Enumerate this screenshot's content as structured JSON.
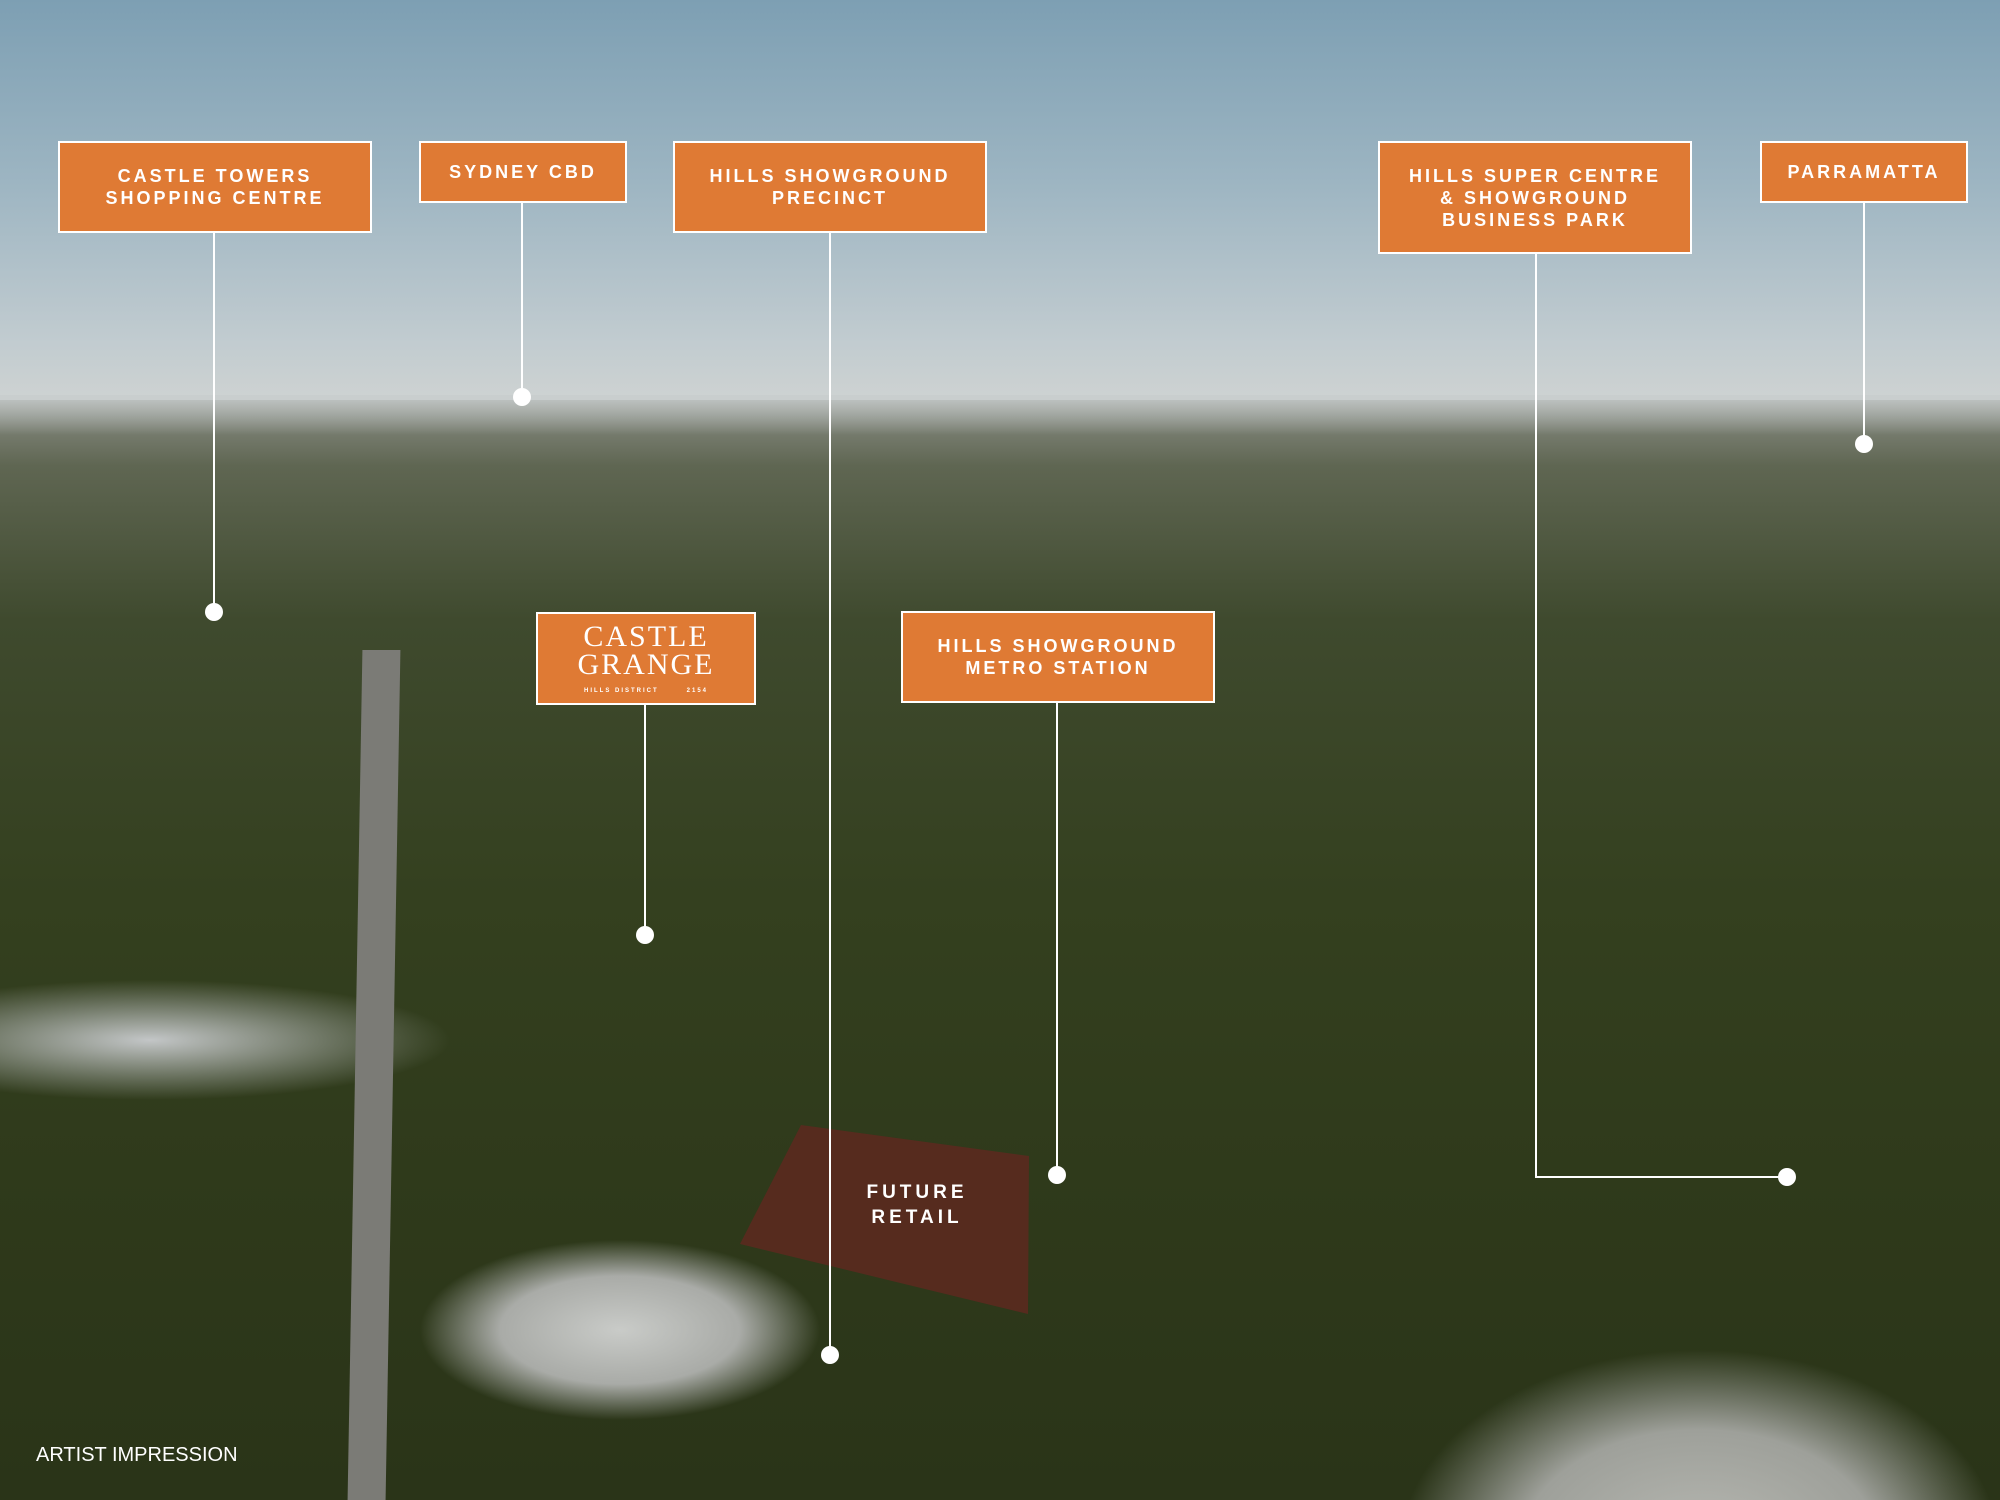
{
  "labels": {
    "castle_towers": [
      "CASTLE TOWERS",
      "SHOPPING CENTRE"
    ],
    "sydney_cbd": "SYDNEY CBD",
    "showground_precinct": [
      "HILLS SHOWGROUND",
      "PRECINCT"
    ],
    "super_centre": [
      "HILLS SUPER CENTRE",
      "& SHOWGROUND",
      "BUSINESS PARK"
    ],
    "parramatta": "PARRAMATTA",
    "metro_station": [
      "HILLS SHOWGROUND",
      "METRO STATION"
    ],
    "future_retail": [
      "FUTURE",
      "RETAIL"
    ]
  },
  "brand": {
    "name_line1": "CASTLE",
    "name_line2": "GRANGE",
    "sub_left": "HILLS DISTRICT",
    "sub_right": "2154"
  },
  "footer": {
    "caption": "ARTIST IMPRESSION"
  },
  "colors": {
    "label_bg": "#df7a34",
    "retail_overlay": "#5a2a1e"
  }
}
